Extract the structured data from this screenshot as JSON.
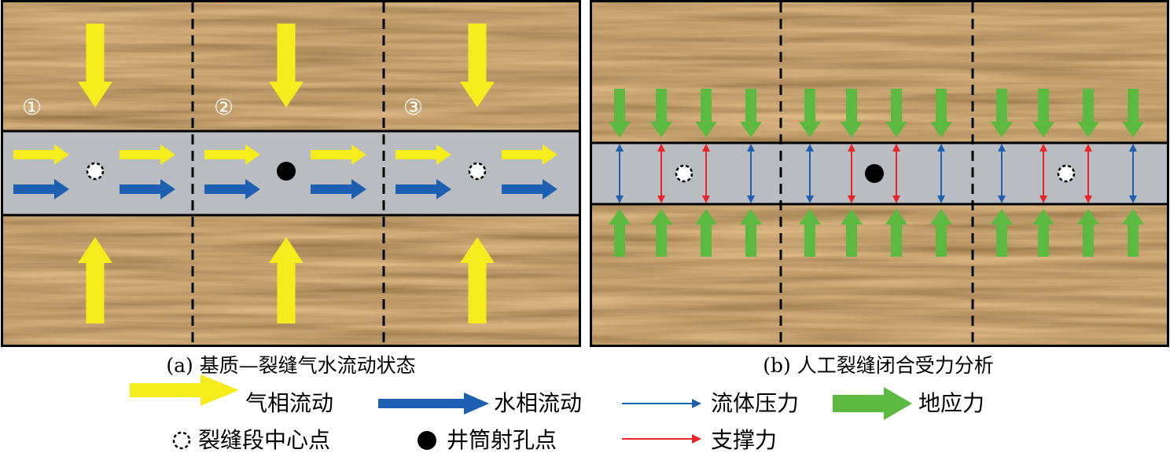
{
  "panels": {
    "a": {
      "caption": "(a) 基质—裂缝气水流动状态",
      "segment_numbers": [
        "①",
        "②",
        "③"
      ],
      "centers": [
        "fracture-segment-center",
        "perforation",
        "fracture-segment-center"
      ]
    },
    "b": {
      "caption": "(b) 人工裂缝闭合受力分析",
      "centers": [
        "fracture-segment-center",
        "perforation",
        "fracture-segment-center"
      ],
      "pair_pattern": [
        "fluid",
        "support",
        "support",
        "fluid"
      ]
    }
  },
  "legend": {
    "gas_flow": "气相流动",
    "water_flow": "水相流动",
    "fluid_pressure": "流体压力",
    "in_situ_stress": "地应力",
    "segment_center": "裂缝段中心点",
    "perforation": "井筒射孔点",
    "proppant_force": "支撑力"
  },
  "colors": {
    "gas": "#f5ec1e",
    "water": "#1d5fb3",
    "fluid_pressure": "#1f5fb0",
    "support": "#e8262a",
    "stress": "#5cb940",
    "fracture": "#b9bcc1",
    "rock": "#7b4f2a"
  }
}
